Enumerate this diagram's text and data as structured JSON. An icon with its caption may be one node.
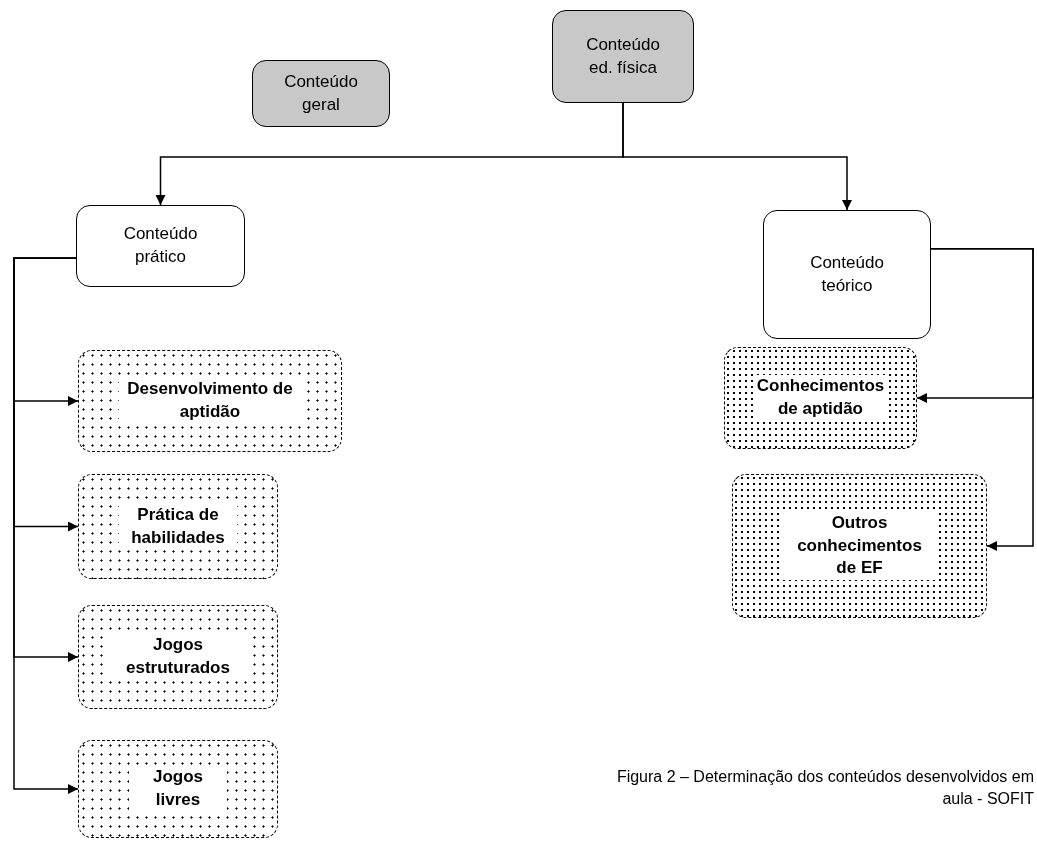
{
  "diagram": {
    "caption": "Figura 2 – Determinação dos conteúdos desenvolvidos em aula - SOFIT",
    "nodes": [
      {
        "text": [
          "Conteúdo geral"
        ]
      },
      {
        "text": [
          "Conteúdo ed. física"
        ]
      },
      {
        "text": [
          "Conteúdo prático"
        ]
      },
      {
        "text": [
          "Conteúdo teórico"
        ]
      },
      {
        "text": [
          "Desenvolvimento de aptidão"
        ]
      },
      {
        "text": [
          "Prática de habilidades"
        ]
      },
      {
        "text": [
          "Jogos estruturados"
        ]
      },
      {
        "text": [
          "Jogos livres"
        ]
      },
      {
        "text": [
          "Conhecimentos de aptidão"
        ]
      },
      {
        "text": [
          "Outros conhecimentos de EF"
        ]
      }
    ],
    "edges": [
      {
        "from": 1,
        "to": 2,
        "arrow": "to"
      },
      {
        "from": 1,
        "to": 3,
        "arrow": "to"
      },
      {
        "from": 2,
        "to": 4,
        "arrow": "to"
      },
      {
        "from": 2,
        "to": 5,
        "arrow": "to"
      },
      {
        "from": 2,
        "to": 6,
        "arrow": "to"
      },
      {
        "from": 2,
        "to": 7,
        "arrow": "to"
      },
      {
        "from": 3,
        "to": 8,
        "arrow": "to"
      },
      {
        "from": 3,
        "to": 9,
        "arrow": "to"
      }
    ]
  }
}
